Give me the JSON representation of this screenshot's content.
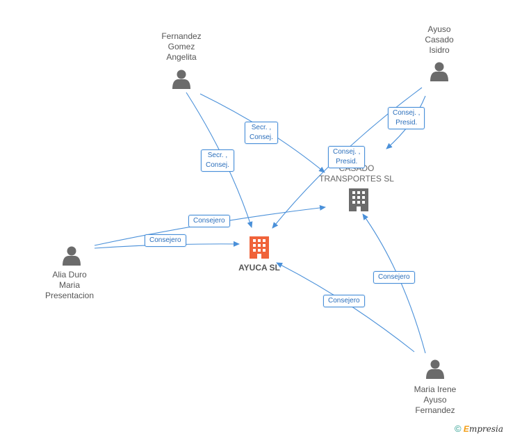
{
  "nodes": {
    "fernandez": {
      "label": "Fernandez\nGomez\nAngelita"
    },
    "ayuso_isidro": {
      "label": "Ayuso\nCasado\nIsidro"
    },
    "alia": {
      "label": "Alia Duro\nMaria\nPresentacion"
    },
    "maria_irene": {
      "label": "Maria Irene\nAyuso\nFernandez"
    },
    "ayuca": {
      "label": "AYUCA SL"
    },
    "transportes": {
      "label": "...O\nCASADO\nTRANSPORTES SL"
    }
  },
  "edges": {
    "fernandez_transportes": {
      "label": "Secr. ,\nConsej."
    },
    "fernandez_ayuca": {
      "label": "Secr. ,\nConsej."
    },
    "ayuso_transportes": {
      "label": "Consej. ,\nPresid."
    },
    "ayuso_ayuca": {
      "label": "Consej. ,\nPresid."
    },
    "alia_transportes": {
      "label": "Consejero"
    },
    "alia_ayuca": {
      "label": "Consejero"
    },
    "maria_transportes": {
      "label": "Consejero"
    },
    "maria_ayuca": {
      "label": "Consejero"
    }
  },
  "colors": {
    "edge": "#4a90d9",
    "person": "#6b6b6b",
    "company_main": "#f0633a",
    "company_other": "#6b6b6b"
  },
  "icons": {
    "person": "person-icon",
    "company": "building-icon"
  },
  "footer": {
    "copyright": "©",
    "brand_e": "E",
    "brand_rest": "mpresia"
  }
}
